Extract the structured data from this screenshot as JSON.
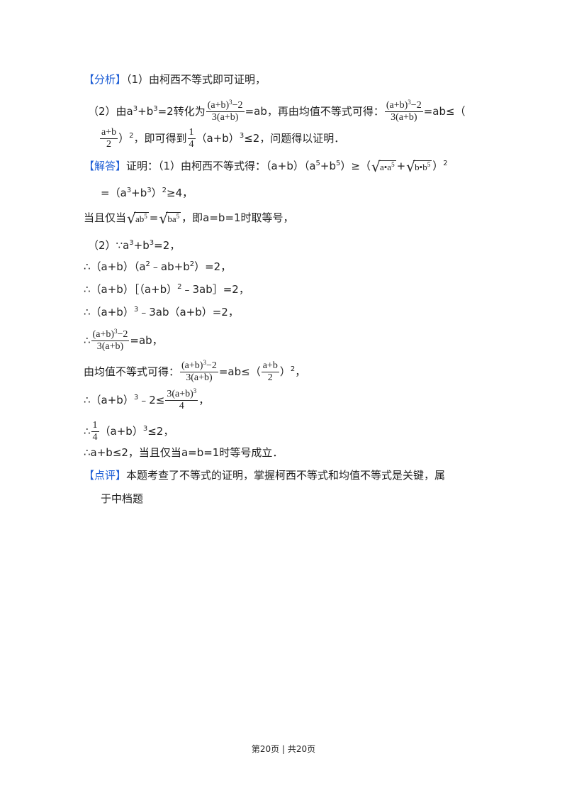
{
  "labels": {
    "analysis": "【分析】",
    "solution": "【解答】",
    "comment": "【点评】"
  },
  "colors": {
    "tag": "#1f5fd6",
    "text": "#222222"
  },
  "analysis": {
    "p1": "（1）由柯西不等式即可证明，",
    "p2_a": "（2）由a",
    "p2_sup1": "3",
    "p2_b": "+b",
    "p2_sup2": "3",
    "p2_c": "=2转化为",
    "p2_d": "=ab，再由均值不等式可得：",
    "p2_e": "=ab≤（",
    "p3_a": "）",
    "p3_sup": "2",
    "p3_b": "，即可得到",
    "p3_c": "（a+b）",
    "p3_sup2": "3",
    "p3_d": "≤2，问题得以证明．"
  },
  "frac": {
    "cube_num": "(a+b)",
    "cube_exp": "3",
    "cube_tail": "−2",
    "cube_den": "3(a+b)",
    "half_num": "a+b",
    "half_den": "2",
    "quarter_num": "1",
    "quarter_den": "4",
    "three_quarter_num": "3(a+b)",
    "three_quarter_exp": "3",
    "three_quarter_den": "4"
  },
  "sqrt": {
    "a_a5": "a•a",
    "a_a5_exp": "5",
    "b_b5": "b•b",
    "b_b5_exp": "5",
    "ab5": "ab",
    "ab5_exp": "5",
    "ba5": "ba",
    "ba5_exp": "5"
  },
  "solution": {
    "l1_a": "证明：（1）由柯西不等式得：（a+b）（a",
    "l1_sup1": "5",
    "l1_b": "+b",
    "l1_sup2": "5",
    "l1_c": "）≥（",
    "l1_plus": "+",
    "l1_d": "）",
    "l1_sup3": "2",
    "l2_a": "=（a",
    "l2_sup1": "3",
    "l2_b": "+b",
    "l2_sup2": "3",
    "l2_c": "）",
    "l2_sup3": "2",
    "l2_d": "≥4，",
    "l3_a": "当且仅当",
    "l3_eq": "=",
    "l3_b": "，即a=b=1时取等号，",
    "l4_a": "（2）∵a",
    "l4_sup1": "3",
    "l4_b": "+b",
    "l4_sup2": "3",
    "l4_c": "=2，",
    "l5_a": "∴（a+b）（a",
    "l5_sup1": "2",
    "l5_b": "﹣ab+b",
    "l5_sup2": "2",
    "l5_c": "）=2，",
    "l6_a": "∴（a+b）［（a+b）",
    "l6_sup": "2",
    "l6_b": "﹣3ab］=2，",
    "l7_a": "∴（a+b）",
    "l7_sup": "3",
    "l7_b": "﹣3ab（a+b）=2，",
    "l8_a": "∴",
    "l8_b": "=ab，",
    "l9_a": "由均值不等式可得：",
    "l9_b": "=ab≤（",
    "l9_c": "）",
    "l9_sup": "2",
    "l9_d": "，",
    "l10_a": "∴（a+b）",
    "l10_sup": "3",
    "l10_b": "﹣2≤",
    "l10_c": "，",
    "l11_a": "∴",
    "l11_b": "（a+b）",
    "l11_sup": "3",
    "l11_c": "≤2，",
    "l12": "∴a+b≤2，当且仅当a=b=1时等号成立．"
  },
  "comment": {
    "l1": "本题考查了不等式的证明，掌握柯西不等式和均值不等式是关键，属",
    "l2": "于中档题"
  },
  "footer": {
    "text": "第20页 | 共20页"
  }
}
